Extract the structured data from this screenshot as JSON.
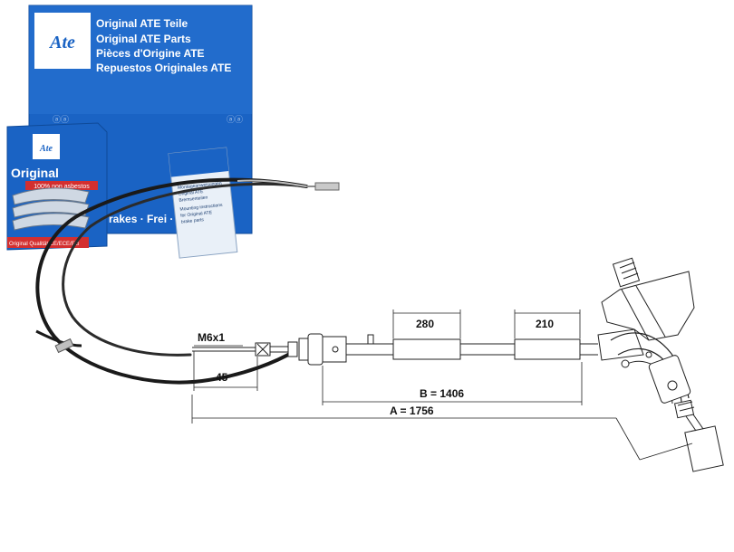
{
  "box": {
    "brand": "Ate",
    "lines": [
      "Original ATE Teile",
      "Original ATE Parts",
      "Pièces d'Origine ATE",
      "Repuestos Originales ATE"
    ],
    "strip": "rakes · Frei · os"
  },
  "small_box": {
    "brand": "Ate",
    "title": "Original",
    "banner": "100% non asbestos",
    "footer": "Original Qualität CE/ECE/EG"
  },
  "leaflet": {
    "lines": [
      "Montageanweisungen",
      "Original ATE",
      "Bremsenteilen",
      "Mounting instructions",
      "for Original ATE",
      "brake parts"
    ]
  },
  "dimensions": {
    "thread": "M6x1",
    "end_length": "45",
    "sleeve1": "280",
    "sleeve2": "210",
    "b_length": "B = 1406",
    "a_length": "A = 1756"
  },
  "colors": {
    "box_blue": "#1565c0",
    "cable_black": "#1a1a1a",
    "drawing_line": "#222222"
  }
}
